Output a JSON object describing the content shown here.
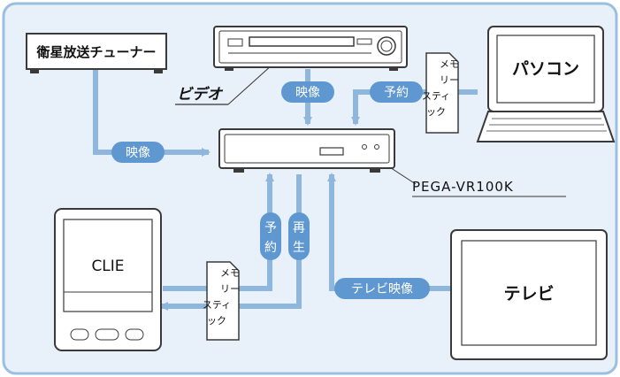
{
  "colors": {
    "background": "#e8f1fa",
    "frame": "#9bbfe0",
    "line": "#8fb6dc",
    "pill": "#5f97d0",
    "device_fill": "#ffffff",
    "device_stroke": "#3a3a3a"
  },
  "devices": {
    "tuner": "衛星放送チューナー",
    "video": "ビデオ",
    "pc": "パソコン",
    "clie": "CLIE",
    "tv": "テレビ",
    "recorder": "PEGA-VR100K"
  },
  "labels": {
    "tuner_video": "映像",
    "vcr_video": "映像",
    "pc_reserve": "予約",
    "reserve_vertical": [
      "予",
      "約"
    ],
    "play_vertical": [
      "再",
      "生"
    ],
    "tv_video": "テレビ映像"
  },
  "memory_stick": {
    "line1": "メモ",
    "line2": "リー",
    "line3": "スティ",
    "line4": "ック"
  }
}
